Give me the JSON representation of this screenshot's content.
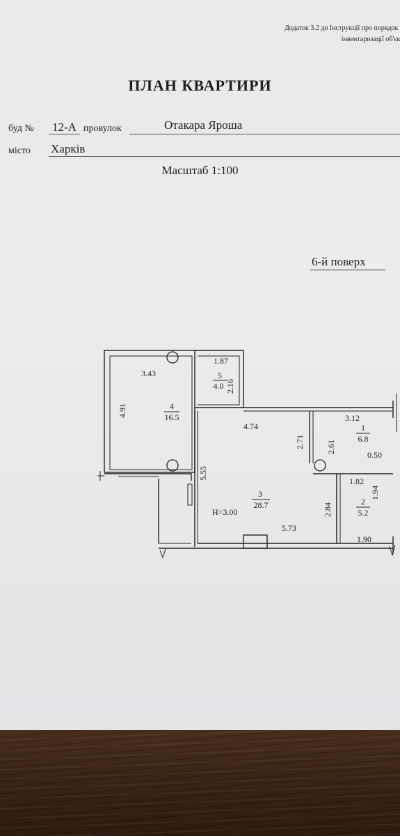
{
  "header": {
    "note_line1": "Додаток 3.2 до Інструкції про порядок пров",
    "note_line2": "інвентаризації об'єктів н"
  },
  "document": {
    "title": "ПЛАН КВАРТИРИ",
    "building_label": "буд №",
    "building_number": "12-А",
    "street_type": "провулок",
    "street_name": "Отакара Яроша",
    "city_label": "місто",
    "city_name": "Харків",
    "scale": "Масштаб 1:100",
    "floor": "6-й поверх"
  },
  "plan": {
    "ceiling_height": "Н=3.00",
    "rooms": [
      {
        "number": "1",
        "area": "6.8"
      },
      {
        "number": "2",
        "area": "5.2"
      },
      {
        "number": "3",
        "area": "28.7"
      },
      {
        "number": "4",
        "area": "16.5"
      },
      {
        "number": "5",
        "area": "4.0"
      }
    ],
    "dimensions": {
      "room4_width": "3.43",
      "room4_height": "4.91",
      "room5_width": "1.87",
      "room5_height": "2.16",
      "room3_top": "4.74",
      "room3_left": "5.55",
      "room3_bottom": "5.73",
      "room3_right_upper": "2.71",
      "room3_right_lower": "2.84",
      "room1_width": "3.12",
      "room1_height": "2.61",
      "room1_offset": "0.50",
      "room2_width_top": "1.82",
      "room2_height": "1.94",
      "room2_width_bottom": "1.90"
    }
  }
}
